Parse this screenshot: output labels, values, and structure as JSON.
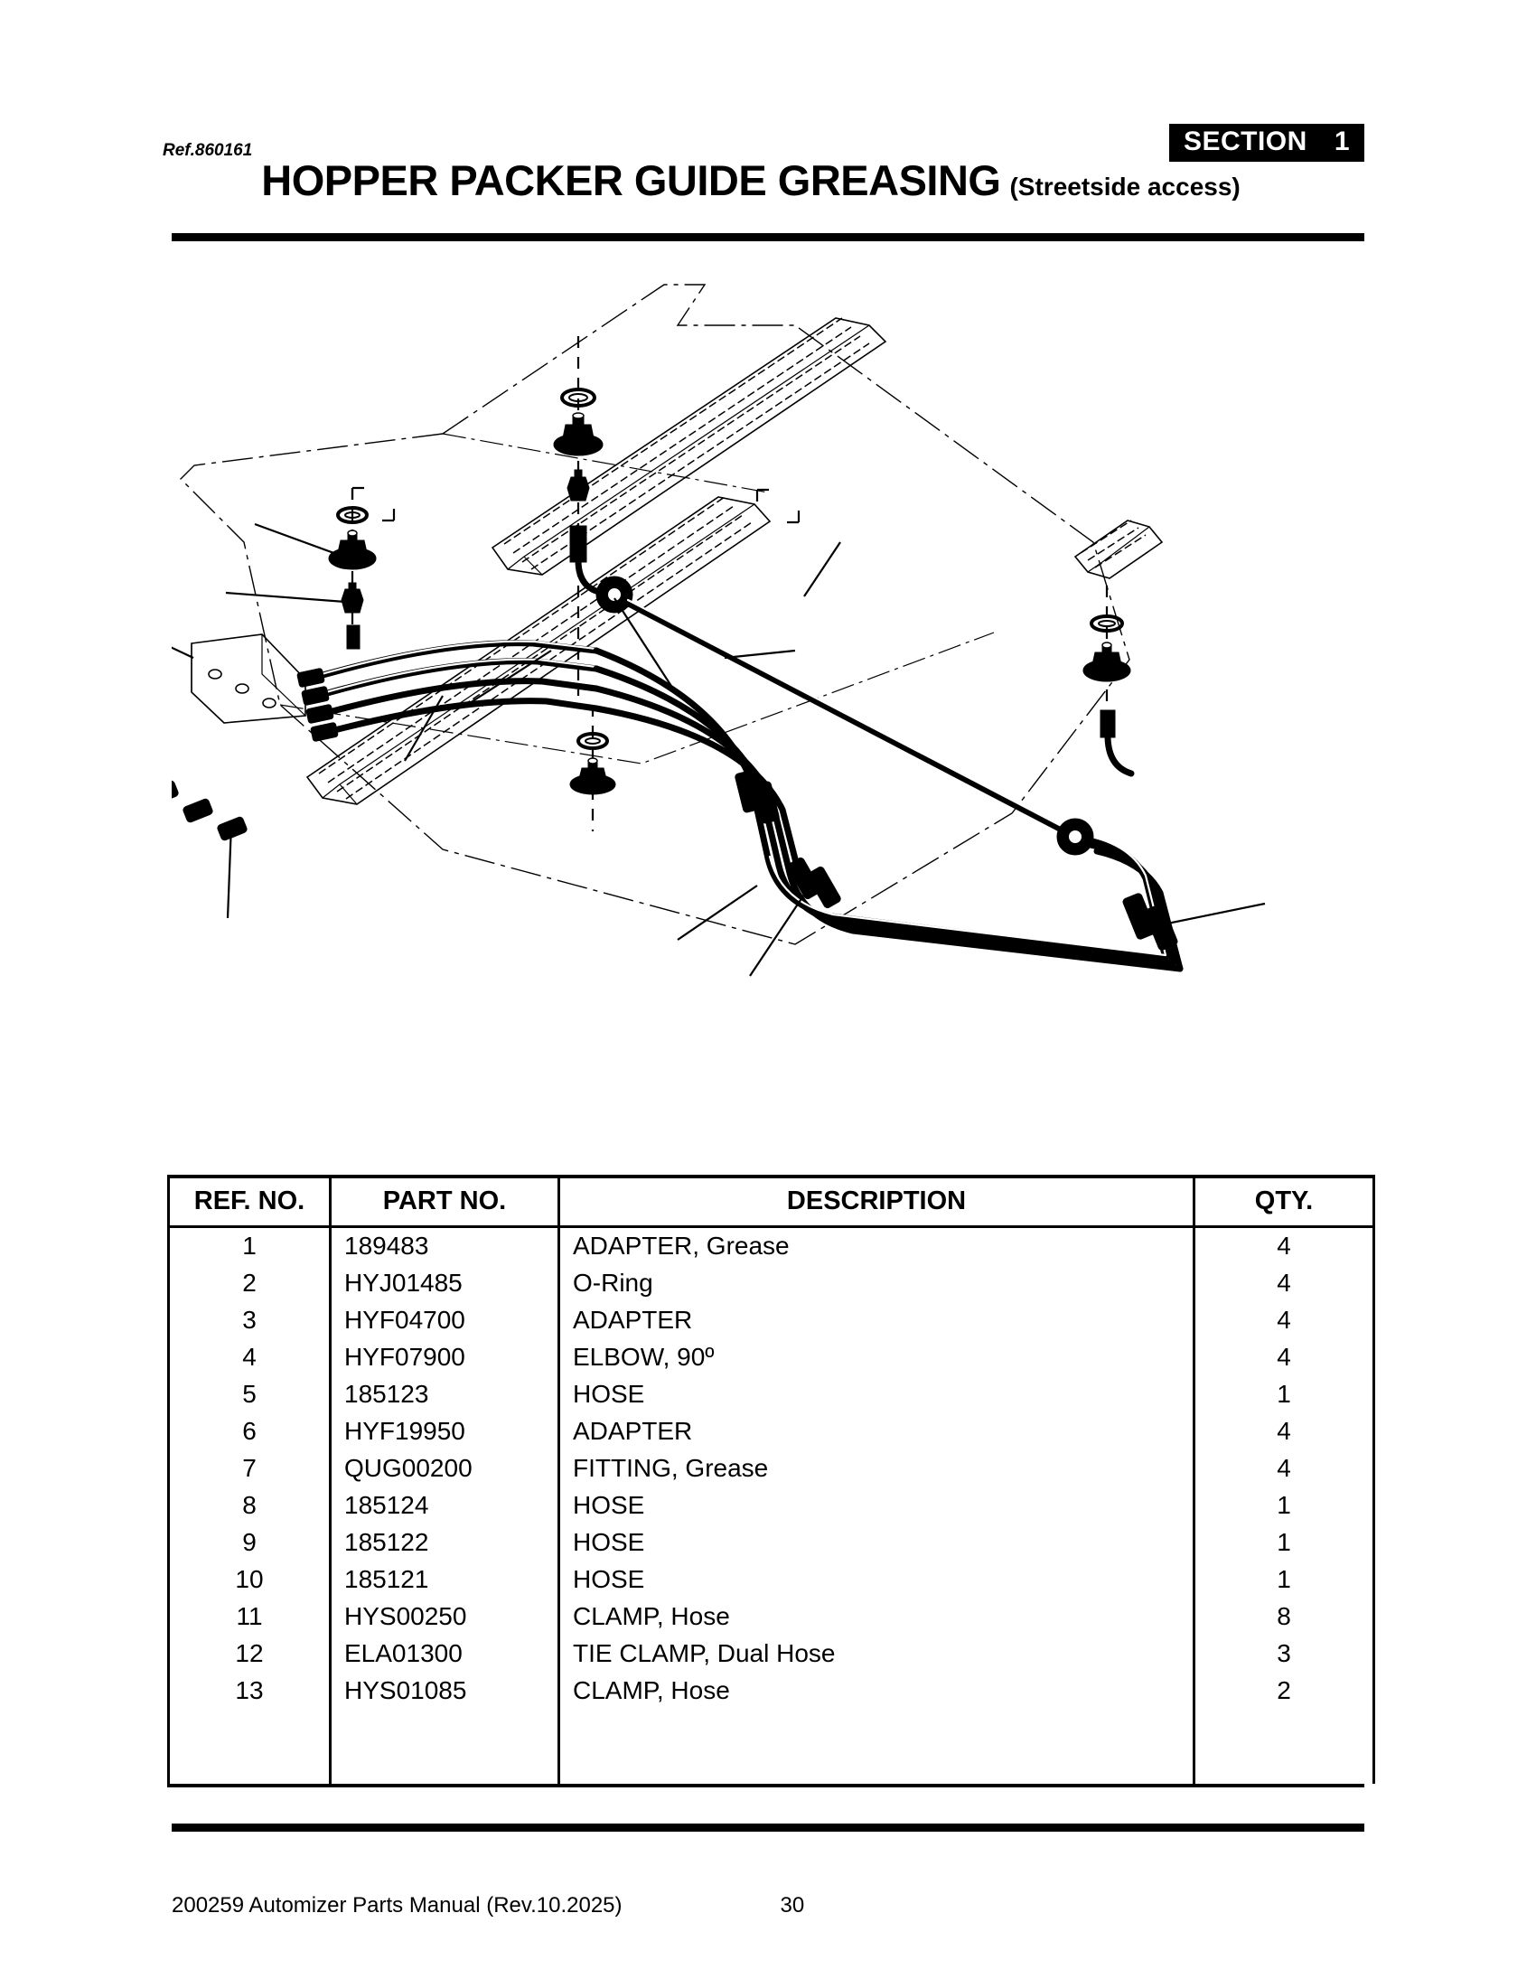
{
  "header": {
    "ref_code": "Ref.860161",
    "title": "HOPPER PACKER GUIDE GREASING",
    "subtitle": "(Streetside access)",
    "section_label": "SECTION",
    "section_number": "1"
  },
  "table": {
    "columns": [
      "REF. NO.",
      "PART NO.",
      "DESCRIPTION",
      "QTY."
    ],
    "rows": [
      {
        "ref": "1",
        "part": "189483",
        "description": "ADAPTER, Grease",
        "qty": "4"
      },
      {
        "ref": "2",
        "part": "HYJ01485",
        "description": "O-Ring",
        "qty": "4"
      },
      {
        "ref": "3",
        "part": "HYF04700",
        "description": "ADAPTER",
        "qty": "4"
      },
      {
        "ref": "4",
        "part": "HYF07900",
        "description": "ELBOW, 90º",
        "qty": "4"
      },
      {
        "ref": "5",
        "part": "185123",
        "description": "HOSE",
        "qty": "1"
      },
      {
        "ref": "6",
        "part": "HYF19950",
        "description": "ADAPTER",
        "qty": "4"
      },
      {
        "ref": "7",
        "part": "QUG00200",
        "description": "FITTING, Grease",
        "qty": "4"
      },
      {
        "ref": "8",
        "part": "185124",
        "description": "HOSE",
        "qty": "1"
      },
      {
        "ref": "9",
        "part": "185122",
        "description": "HOSE",
        "qty": "1"
      },
      {
        "ref": "10",
        "part": "185121",
        "description": "HOSE",
        "qty": "1"
      },
      {
        "ref": "11",
        "part": "HYS00250",
        "description": "CLAMP, Hose",
        "qty": "8"
      },
      {
        "ref": "12",
        "part": "ELA01300",
        "description": "TIE CLAMP, Dual Hose",
        "qty": "3"
      },
      {
        "ref": "13",
        "part": "HYS01085",
        "description": "CLAMP, Hose",
        "qty": "2"
      }
    ]
  },
  "footer": {
    "document": "200259 Automizer Parts Manual (Rev.10.2025)",
    "page_number": "30"
  },
  "diagram": {
    "title": "Exploded isometric view of hopper packer guide greasing assembly",
    "line_color": "#000000",
    "background": "#ffffff"
  }
}
